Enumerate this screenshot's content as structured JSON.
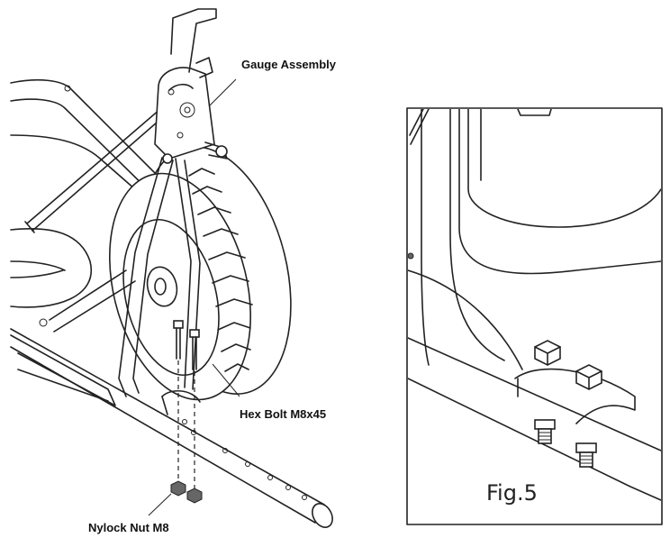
{
  "labels": {
    "gauge_assembly": "Gauge Assembly",
    "hex_bolt": "Hex Bolt M8x45",
    "nylock_nut": "Nylock Nut M8"
  },
  "detail": {
    "figure_label": "Fig.5"
  }
}
